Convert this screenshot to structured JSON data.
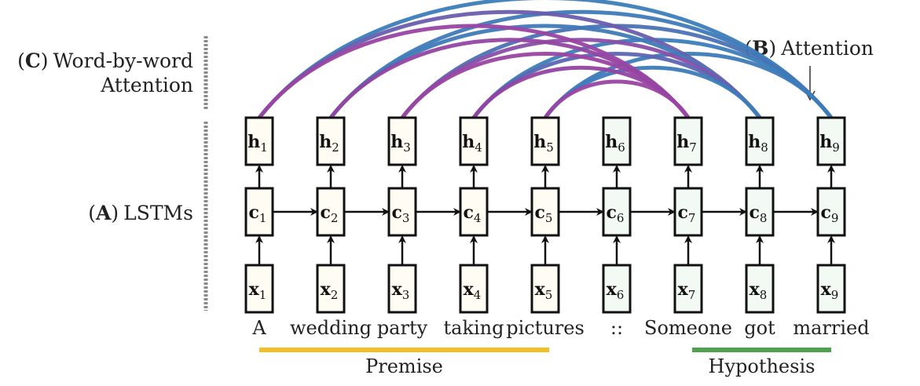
{
  "labels": {
    "word_by_word": {
      "paren_open": "(",
      "letter": "C",
      "paren_close": ")",
      "line1": "Word-by-word",
      "line2": "Attention"
    },
    "attention": {
      "paren_open": "(",
      "letter": "B",
      "paren_close": ")",
      "text": "Attention"
    },
    "lstms": {
      "paren_open": "(",
      "letter": "A",
      "paren_close": ")",
      "text": "LSTMs"
    }
  },
  "rows": [
    {
      "symbol": "h",
      "role": "hidden"
    },
    {
      "symbol": "c",
      "role": "cell"
    },
    {
      "symbol": "x",
      "role": "input"
    }
  ],
  "columns": [
    {
      "index": "1",
      "word": "A",
      "group": "premise"
    },
    {
      "index": "2",
      "word": "wedding",
      "group": "premise"
    },
    {
      "index": "3",
      "word": "party",
      "group": "premise"
    },
    {
      "index": "4",
      "word": "taking",
      "group": "premise"
    },
    {
      "index": "5",
      "word": "pictures",
      "group": "premise"
    },
    {
      "index": "6",
      "word": "::",
      "group": "delimiter"
    },
    {
      "index": "7",
      "word": "Someone",
      "group": "hypothesis"
    },
    {
      "index": "8",
      "word": "got",
      "group": "hypothesis"
    },
    {
      "index": "9",
      "word": "married",
      "group": "hypothesis"
    }
  ],
  "groups": {
    "premise": {
      "label": "Premise",
      "color": "#F2BF26",
      "cell_fill": "#FFFDF3"
    },
    "hypothesis": {
      "label": "Hypothesis",
      "color": "#4DA34D",
      "cell_fill": "#F3FAF3"
    },
    "delimiter": {
      "cell_fill": "#F3FAF3"
    }
  },
  "attention_arcs": [
    {
      "from": 9,
      "to": 1,
      "color": "#3B7DB9"
    },
    {
      "from": 9,
      "to": 2,
      "color": "#3F7AB8"
    },
    {
      "from": 9,
      "to": 3,
      "color": "#4A72B4"
    },
    {
      "from": 9,
      "to": 4,
      "color": "#3B7DB9"
    },
    {
      "from": 9,
      "to": 5,
      "color": "#3E7BB8"
    },
    {
      "from": 8,
      "to": 1,
      "color": "#6A5DAE"
    },
    {
      "from": 8,
      "to": 2,
      "color": "#3F7AB8"
    },
    {
      "from": 8,
      "to": 3,
      "color": "#8A4FA8"
    },
    {
      "from": 8,
      "to": 4,
      "color": "#5B66B2"
    },
    {
      "from": 8,
      "to": 5,
      "color": "#3C7CB8"
    },
    {
      "from": 7,
      "to": 1,
      "color": "#9A45A3"
    },
    {
      "from": 7,
      "to": 2,
      "color": "#9444A2"
    },
    {
      "from": 7,
      "to": 3,
      "color": "#9A45A3"
    },
    {
      "from": 7,
      "to": 4,
      "color": "#9243A2"
    },
    {
      "from": 7,
      "to": 5,
      "color": "#9A45A3"
    }
  ],
  "colors": {
    "cell_stroke": "#111111",
    "arrow": "#111111",
    "dashed_bar": "#8A8A8A"
  }
}
